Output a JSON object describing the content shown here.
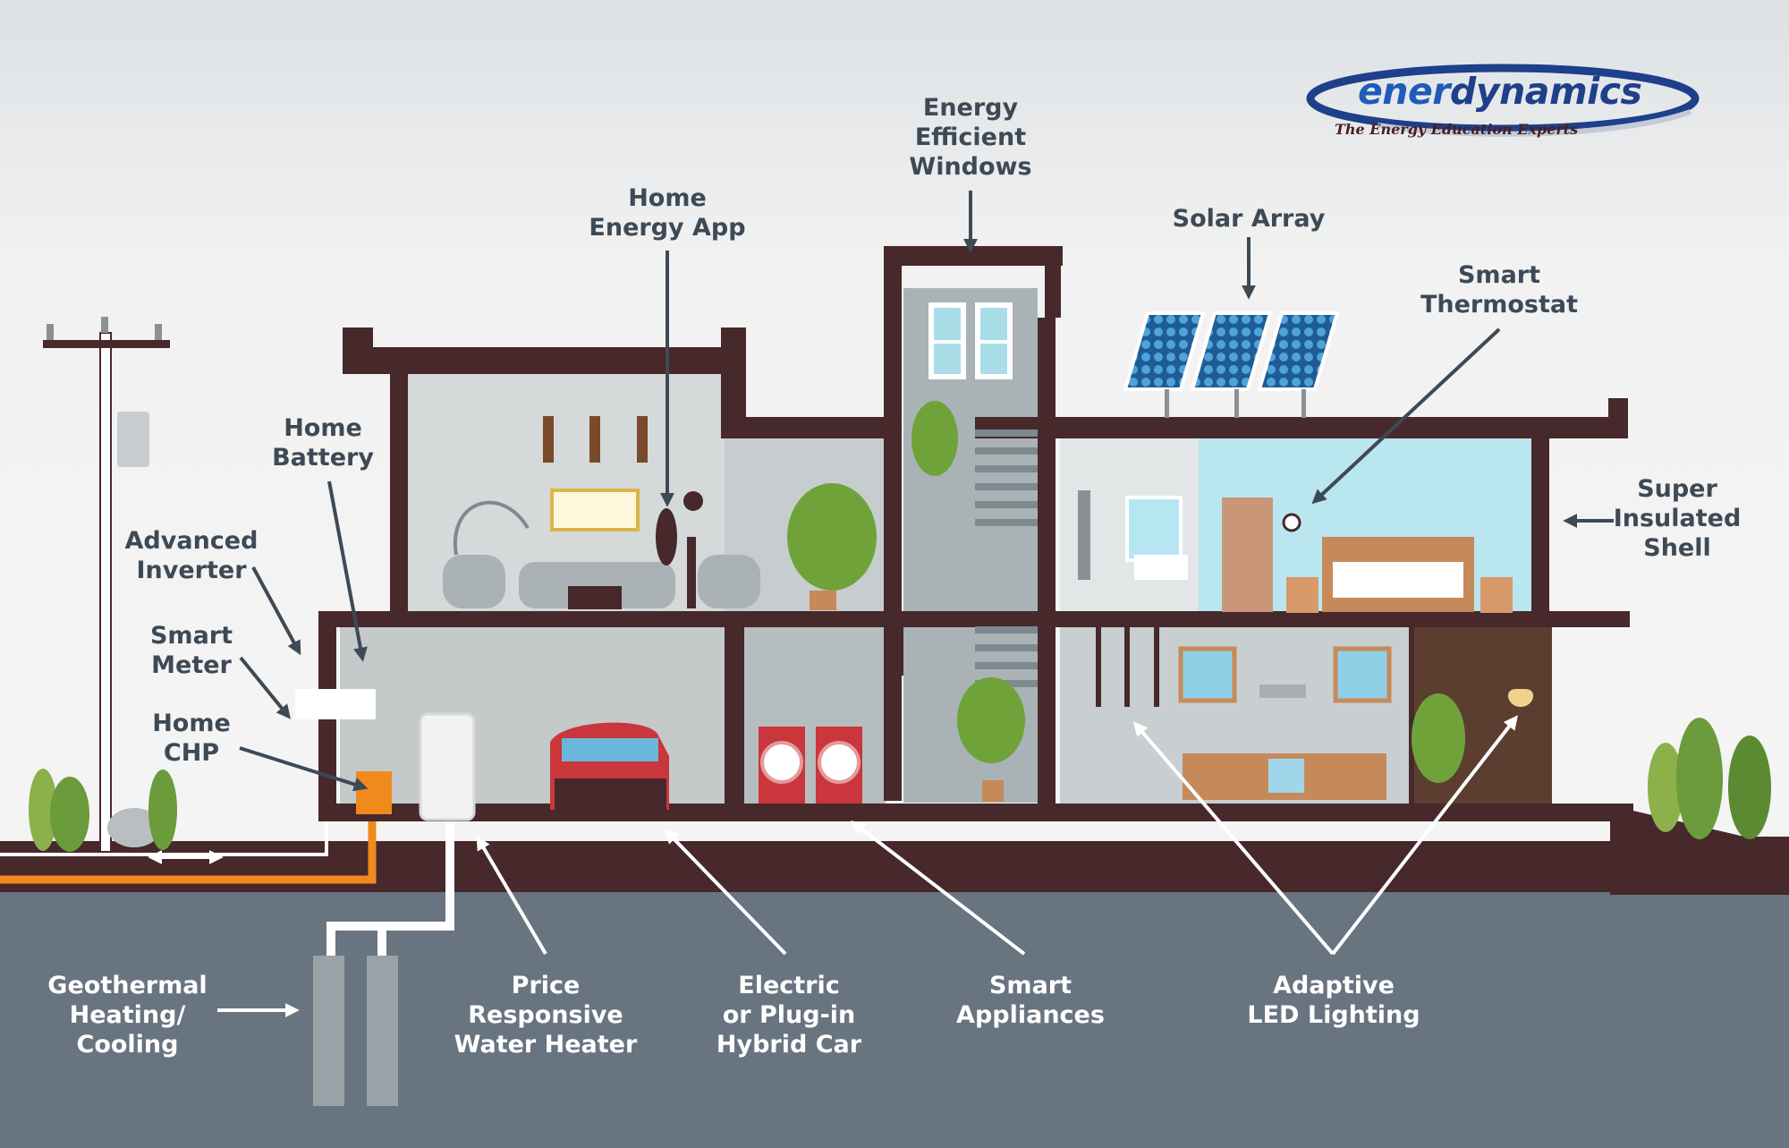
{
  "brand": {
    "name_part1": "ener",
    "name_part2": "dynamics",
    "tagline": "The Energy Education Experts"
  },
  "labels": {
    "energy_efficient_windows": "Energy\nEfficient\nWindows",
    "home_energy_app": "Home\nEnergy App",
    "solar_array": "Solar Array",
    "smart_thermostat": "Smart\nThermostat",
    "super_insulated_shell": "Super\nInsulated\nShell",
    "home_battery": "Home\nBattery",
    "advanced_inverter": "Advanced\nInverter",
    "smart_meter": "Smart\nMeter",
    "home_chp": "Home\nCHP",
    "geothermal": "Geothermal\nHeating/\nCooling",
    "water_heater": "Price\nResponsive\nWater Heater",
    "electric_car": "Electric\nor Plug-in\nHybrid Car",
    "smart_appliances": "Smart\nAppliances",
    "led_lighting": "Adaptive\nLED Lighting"
  },
  "colors": {
    "wall": "#47282b",
    "ground": "#68747f",
    "label_dark": "#3d4a56",
    "chp_orange": "#f08a1c",
    "car_red": "#c9363b",
    "logo_blue": "#1e3f8a"
  }
}
